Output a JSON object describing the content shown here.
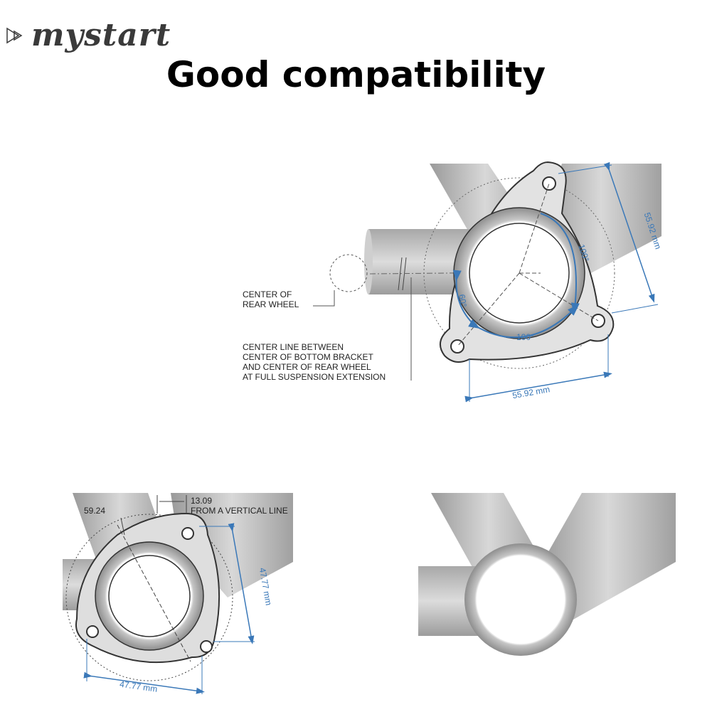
{
  "brand": {
    "name": "mystart"
  },
  "headline": "Good compatibility",
  "figure_top": {
    "callout_rear_wheel": [
      "CENTER OF",
      "REAR WHEEL"
    ],
    "callout_center_line": [
      "CENTER LINE BETWEEN",
      "CENTER OF BOTTOM BRACKET",
      "AND CENTER OF REAR WHEEL",
      "AT FULL SUSPENSION EXTENSION"
    ],
    "dim_bottom": "55.92 mm",
    "dim_right": "55.92 mm",
    "angle_bottom": "100°",
    "angle_right": "100°",
    "angle_left": "60°"
  },
  "figure_bottom_left": {
    "angle_label": "59.24",
    "offset_value": "13.09",
    "offset_text": "FROM A VERTICAL LINE",
    "dim_bottom": "47.77 mm",
    "dim_right": "47.77 mm"
  },
  "colors": {
    "dimension_blue": "#3a78b8",
    "tube_gray": "#b4b4b4",
    "text_dark": "#222222"
  }
}
